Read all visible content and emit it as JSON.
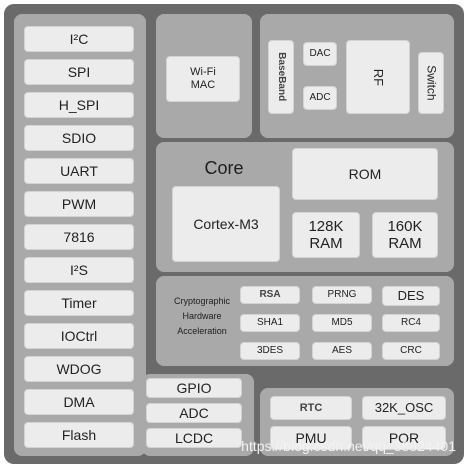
{
  "peripherals": [
    "I²C",
    "SPI",
    "H_SPI",
    "SDIO",
    "UART",
    "PWM",
    "7816",
    "I²S",
    "Timer",
    "IOCtrl",
    "WDOG",
    "DMA",
    "Flash"
  ],
  "analog": [
    "GPIO",
    "ADC",
    "LCDC"
  ],
  "wifi_mac": "Wi-Fi\nMAC",
  "radio": {
    "baseband": "BaseBand",
    "dac": "DAC",
    "adc": "ADC",
    "rf": "RF",
    "switch": "Switch"
  },
  "core": {
    "title": "Core",
    "cortex": "Cortex-M3",
    "rom": "ROM",
    "ram1": "128K\nRAM",
    "ram2": "160K\nRAM"
  },
  "crypto": {
    "label": "Cryptographic\nHardware\nAcceleration",
    "items": [
      "RSA",
      "PRNG",
      "DES",
      "SHA1",
      "MD5",
      "RC4",
      "3DES",
      "AES",
      "CRC"
    ]
  },
  "power": {
    "rtc": "RTC",
    "osc": "32K_OSC",
    "pmu": "PMU",
    "por": "POR"
  },
  "watermark": "https://blog.csdn.net/qq_38824401"
}
